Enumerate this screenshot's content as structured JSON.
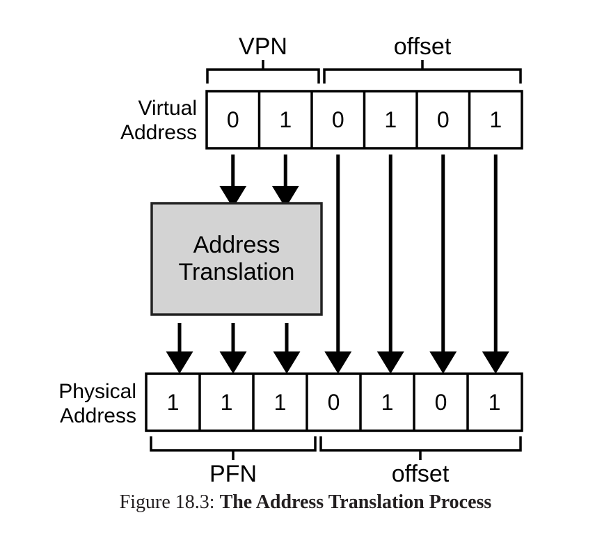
{
  "figure": {
    "caption_prefix": "Figure 18.3:",
    "caption_title": "The Address Translation Process",
    "background_color": "#ffffff",
    "line_color": "#000000",
    "box_fill_color": "#d3d3d3"
  },
  "top_segments": {
    "vpn_label": "VPN",
    "offset_label": "offset"
  },
  "bottom_segments": {
    "pfn_label": "PFN",
    "offset_label": "offset"
  },
  "virtual_address": {
    "label_line1": "Virtual",
    "label_line2": "Address",
    "bits": [
      "0",
      "1",
      "0",
      "1",
      "0",
      "1"
    ],
    "vpn_bit_count": 2,
    "offset_bit_count": 4
  },
  "physical_address": {
    "label_line1": "Physical",
    "label_line2": "Address",
    "bits": [
      "1",
      "1",
      "1",
      "0",
      "1",
      "0",
      "1"
    ],
    "pfn_bit_count": 3,
    "offset_bit_count": 4
  },
  "translation_box": {
    "line1": "Address",
    "line2": "Translation"
  }
}
